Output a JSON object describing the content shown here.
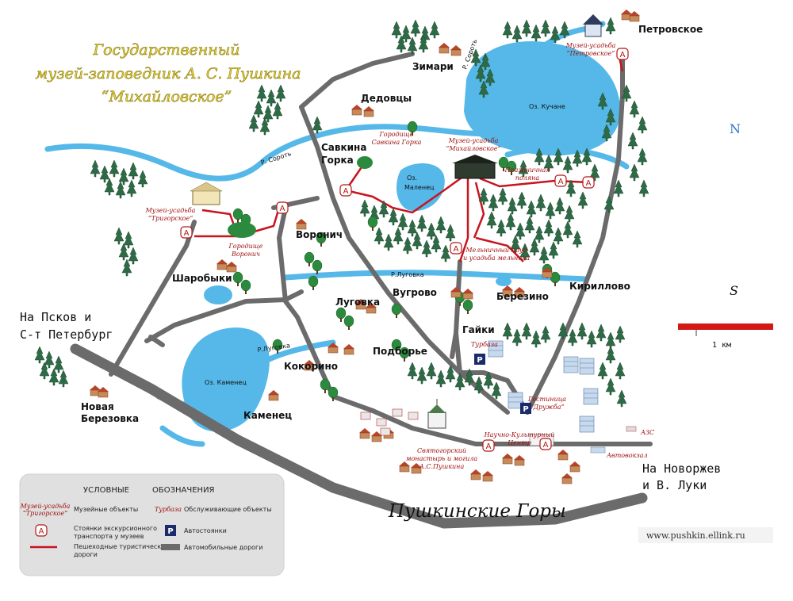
{
  "title": {
    "line1": "Государственный",
    "line2": "музей-заповедник А. С. Пушкина",
    "line3": "“Михайловское”"
  },
  "places": {
    "petrovskoe": "Петровское",
    "zimari": "Зимари",
    "dedovtsy": "Дедовцы",
    "savkina1": "Савкина",
    "savkina2": "Горка",
    "voronich": "Воронич",
    "sharobyki": "Шаробыки",
    "lugovka": "Луговка",
    "vugrovo": "Вугрово",
    "berezino": "Березино",
    "kirillovo": "Кириллово",
    "gaiki": "Гайки",
    "podborie": "Подборье",
    "kokorino": "Кокорино",
    "kamenets": "Каменец",
    "novaya1": "Новая",
    "novaya2": "Березовка"
  },
  "lakes": {
    "kuchane": "Оз. Кучане",
    "malenets1": "Оз.",
    "malenets2": "Маленец",
    "kamenets": "Оз. Каменец"
  },
  "rivers": {
    "sorot1": "Р. Сороть",
    "sorot2": "Р. Сороть",
    "lugovka1": "Р.Луговка",
    "lugovka2": "Р.Луговка"
  },
  "museums": {
    "petrovskoe1": "Музей-усадьба",
    "petrovskoe2": "“Петровское”",
    "mikhailovskoe1": "Музей-усадьба",
    "mikhailovskoe2": "“Михайловское”",
    "trigorskoe1": "Музей-усадьба",
    "trigorskoe2": "“Тригорское”",
    "gorodische_savkina1": "Городище",
    "gorodische_savkina2": "Савкина Горка",
    "gorodische_voronich1": "Городище",
    "gorodische_voronich2": "Воронич",
    "prazdnichnaya1": "Праздничная",
    "prazdnichnaya2": "поляна",
    "melnichny1": "Мельничный пруд",
    "melnichny2": "и усадьба мельника",
    "svyatogorsky1": "Святогорский",
    "svyatogorsky2": "монастырь и могила",
    "svyatogorsky3": "А.С.Пушкина",
    "nauchno1": "Научно-Культурный",
    "nauchno2": "Центр",
    "turbaza": "Турбаза",
    "hotel1": "Гостиница",
    "hotel2": "“Дружба”",
    "avtovokzal": "Автовокзал",
    "azs": "АЗС"
  },
  "directions": {
    "pskov1": "На Псков и",
    "pskov2": "С-т Петербург",
    "novorzhev1": "На Новоржев",
    "novorzhev2": "и В. Луки"
  },
  "town": "Пушкинские Горы",
  "compass": {
    "north": "N",
    "south": "S"
  },
  "scale": {
    "label": "1 км"
  },
  "website": "www.pushkin.ellink.ru",
  "legend": {
    "header1": "УСЛОВНЫЕ",
    "header2": "ОБОЗНАЧЕНИЯ",
    "museum_sample1": "Музей-усадьба",
    "museum_sample2": "“Тригорское”",
    "museum_text": "Музейные объекты",
    "service_sample": "Турбаза",
    "service_text": "Обслуживающие объекты",
    "bus_symbol": "A",
    "bus_text1": "Стоянки экскурсионного",
    "bus_text2": "транспорта у музеев",
    "parking_symbol": "P",
    "parking_text": "Автостоянки",
    "trail_text1": "Пешеходные туристические",
    "trail_text2": "дороги",
    "road_text": "Автомобильные дороги"
  },
  "colors": {
    "water": "#55b8e8",
    "road": "#6b6b6b",
    "trail": "#c8141e",
    "forest": "#2f6a46",
    "title": "#e8d63a",
    "scale": "#d31818"
  }
}
